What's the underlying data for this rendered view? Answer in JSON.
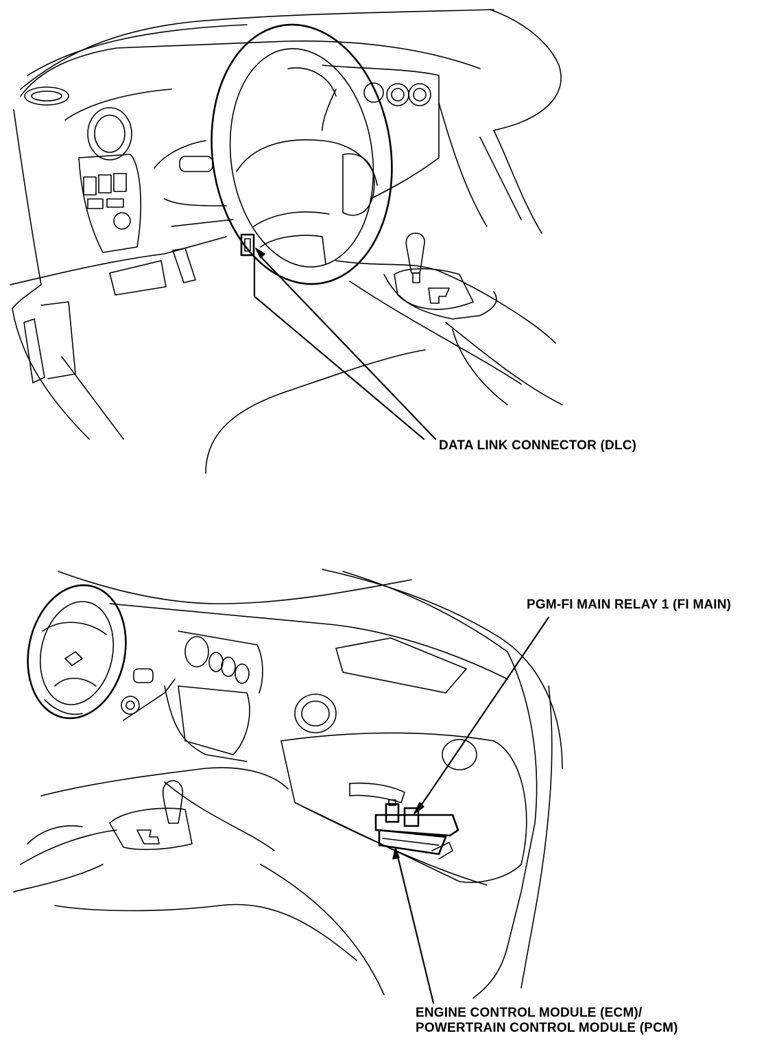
{
  "labels": {
    "dlc": "DATA LINK CONNECTOR (DLC)",
    "relay": "PGM-FI MAIN RELAY 1 (FI MAIN)",
    "ecm_line1": "ENGINE CONTROL MODULE (ECM)/",
    "ecm_line2": "POWERTRAIN CONTROL MODULE (PCM)"
  }
}
